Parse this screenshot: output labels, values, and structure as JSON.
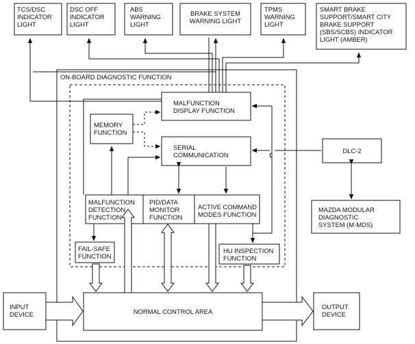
{
  "title": "ON-BOARD DIAGNOSTIC FUNCTION",
  "outputs": {
    "tcs_dsc": "TCS/DSC\nINDICATOR\nLIGHT",
    "dsc_off": "DSC OFF\nINDICATOR\nLIGHT",
    "abs": "ABS\nWARNING\nLIGHT",
    "brake_system": "BRAKE SYSTEM\nWARNING LIGHT",
    "tpms": "TPMS\nWARNING\nLIGHT",
    "smart_brake": "SMART BRAKE\nSUPPORT/SMART CITY\nBRAKE SUPPORT\n(SBS/SCBS) INDICATOR\nLIGHT (AMBER)"
  },
  "blocks": {
    "malfunction_display": "MALFUNCTION\nDISPLAY FUNCTION",
    "memory": "MEMORY\nFUNCTION",
    "serial": "SERIAL\nCOMMUNICATION",
    "dlc2": "DLC-2",
    "mmds": "MAZDA MODULAR\nDIAGNOSTIC\nSYSTEM (M-MDS)",
    "malfunction_detection": "MALFUNCTION\nDETECTION\nFUNCTION",
    "pid_data": "PID/DATA\nMONITOR\nFUNCTION",
    "active_command": "ACTIVE COMMAND\nMODES FUNCTION",
    "fail_safe": "FAIL-SAFE\nFUNCTION",
    "hu_inspection": "HU INSPECTION\nFUNCTION",
    "normal_control": "NORMAL CONTROL AREA",
    "input_device": "INPUT\nDEVICE",
    "output_device": "OUTPUT\nDEVICE"
  }
}
